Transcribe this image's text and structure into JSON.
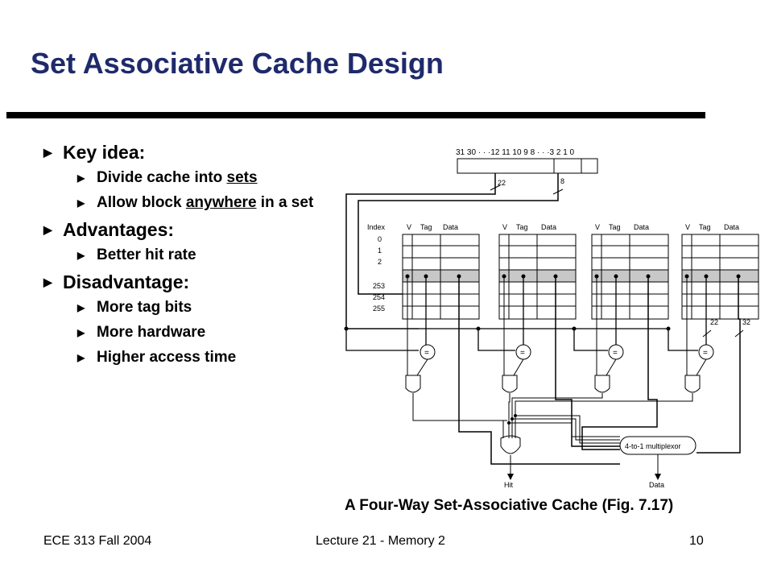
{
  "title": "Set Associative Cache Design",
  "bullets": {
    "key_idea": "Key idea:",
    "divide_prefix": "Divide cache into ",
    "divide_u": "sets",
    "allow_prefix": "Allow block ",
    "allow_u": "anywhere",
    "allow_suffix": " in a set",
    "advantages": "Advantages:",
    "better_hit": "Better hit rate",
    "disadvantage": "Disadvantage:",
    "more_tag": "More tag bits",
    "more_hw": "More hardware",
    "higher_access": "Higher access time"
  },
  "diagram": {
    "address_bits": "31 30 · · ·12 11 10 9 8 · · ·3 2 1 0",
    "tag_width": "22",
    "index_width": "8",
    "index_header": "Index",
    "index_values": [
      "0",
      "1",
      "2",
      "253",
      "254",
      "255"
    ],
    "col_v": "V",
    "col_tag": "Tag",
    "col_data": "Data",
    "eq": "=",
    "width_22": "22",
    "width_32": "32",
    "mux_label": "4-to-1 multiplexor",
    "hit_label": "Hit",
    "data_label": "Data"
  },
  "caption": "A Four-Way Set-Associative Cache (Fig. 7.17)",
  "footer": {
    "course": "ECE 313 Fall 2004",
    "lecture": "Lecture 21 - Memory 2",
    "page": "10"
  }
}
